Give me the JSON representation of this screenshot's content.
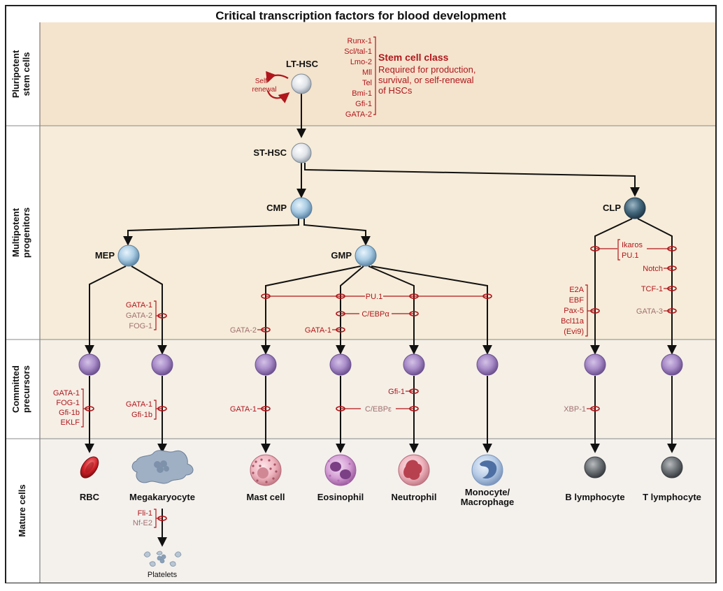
{
  "title": "Critical transcription factors for blood development",
  "bands": [
    {
      "id": "pluripotent",
      "label": [
        "Pluripotent",
        "stem cells"
      ]
    },
    {
      "id": "multipotent",
      "label": [
        "Multipotent",
        "progenitors"
      ]
    },
    {
      "id": "committed",
      "label": [
        "Committed",
        "precursors"
      ]
    },
    {
      "id": "mature",
      "label": [
        "Mature cells"
      ]
    }
  ],
  "cells": {
    "lt_hsc": "LT-HSC",
    "st_hsc": "ST-HSC",
    "cmp": "CMP",
    "clp": "CLP",
    "mep": "MEP",
    "gmp": "GMP"
  },
  "self_renewal": [
    "Self-",
    "renewal"
  ],
  "stem_factors": [
    "Runx-1",
    "Scl/tal-1",
    "Lmo-2",
    "Mll",
    "Tel",
    "Bmi-1",
    "Gfi-1",
    "GATA-2"
  ],
  "stem_class": {
    "title": "Stem cell class",
    "desc": [
      "Required for production,",
      "survival, or self-renewal",
      "of HSCs"
    ]
  },
  "factors": {
    "mep_meg": [
      "GATA-1",
      "GATA-2",
      "FOG-1"
    ],
    "pu1": "PU.1",
    "cebpa": "C/EBPα",
    "gata2_mast": "GATA-2",
    "gata1_eos": "GATA-1",
    "ikaros": [
      "Ikaros",
      "PU.1"
    ],
    "notch": "Notch",
    "tcf1": "TCF-1",
    "gata3": "GATA-3",
    "b_factors": [
      "E2A",
      "EBF",
      "Pax-5",
      "Bcl11a",
      "(Evi9)"
    ],
    "rbc": [
      "GATA-1",
      "FOG-1",
      "Gfi-1b",
      "EKLF"
    ],
    "meg": [
      "GATA-1",
      "Gfi-1b"
    ],
    "gata1_mast": "GATA-1",
    "gfi1_neut": "Gfi-1",
    "cebpe": "C/EBPε",
    "xbp1": "XBP-1",
    "platelet": [
      "Fli-1",
      "Nf-E2"
    ]
  },
  "mature": {
    "rbc": "RBC",
    "meg": "Megakaryocyte",
    "mast": "Mast cell",
    "eos": "Eosinophil",
    "neut": "Neutrophil",
    "mono": [
      "Monocyte/",
      "Macrophage"
    ],
    "blym": "B lymphocyte",
    "tlym": "T lymphocyte"
  },
  "platelets": "Platelets",
  "colors": {
    "red": "#b0161b",
    "pale_red": "#a07070",
    "line": "#111111",
    "band1": "#f4e3cd",
    "band2": "#f7ecd9",
    "band3": "#f5efe6",
    "band4": "#f4f1ed"
  }
}
